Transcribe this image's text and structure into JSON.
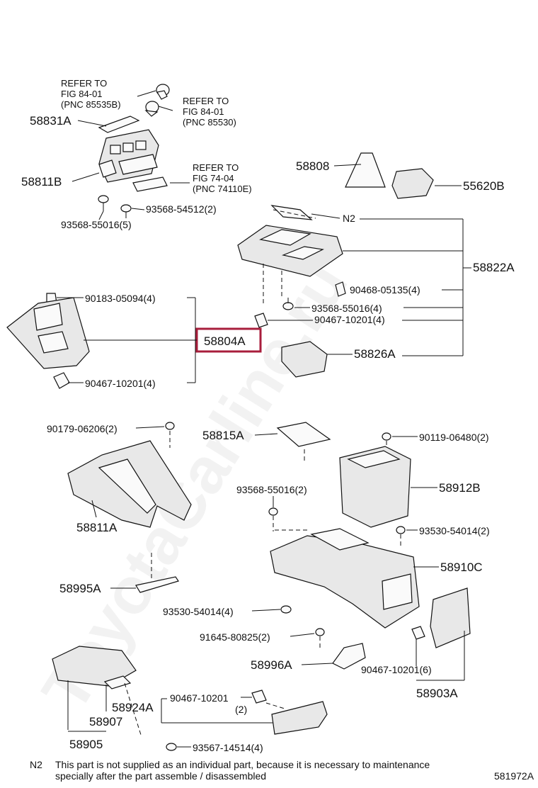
{
  "watermark": "ToyotaCarline.ru",
  "diagram_id": "581972A",
  "note": {
    "marker": "N2",
    "line1": "This part is not supplied as an individual part, because it is necessary to maintenance",
    "line2": "specially after the part assemble / disassembled"
  },
  "refs": [
    {
      "l1": "REFER TO",
      "l2": "FIG 84-01",
      "l3": "(PNC 85535B)"
    },
    {
      "l1": "REFER TO",
      "l2": "FIG 84-01",
      "l3": "(PNC 85530)"
    },
    {
      "l1": "REFER TO",
      "l2": "FIG 74-04",
      "l3": "(PNC 74110E)"
    }
  ],
  "parts": {
    "p58831A": "58831A",
    "p58811B": "58811B",
    "p93568_55016_5": "93568-55016(5)",
    "p93568_54512_2": "93568-54512(2)",
    "p58808": "58808",
    "p55620B": "55620B",
    "pN2": "N2",
    "p58822A": "58822A",
    "p90468_05135_4": "90468-05135(4)",
    "p93568_55016_4": "93568-55016(4)",
    "p90467_10201_4a": "90467-10201(4)",
    "p58826A": "58826A",
    "p90183_05094_4": "90183-05094(4)",
    "p58804A": "58804A",
    "p90467_10201_4b": "90467-10201(4)",
    "p90179_06206_2": "90179-06206(2)",
    "p58815A": "58815A",
    "p90119_06480_2": "90119-06480(2)",
    "p93568_55016_2": "93568-55016(2)",
    "p58912B": "58912B",
    "p58811A": "58811A",
    "p93530_54014_2": "93530-54014(2)",
    "p58910C": "58910C",
    "p58995A": "58995A",
    "p93530_54014_4": "93530-54014(4)",
    "p91645_80825_2": "91645-80825(2)",
    "p58996A": "58996A",
    "p90467_10201_6": "90467-10201(6)",
    "p58903A": "58903A",
    "p58924A": "58924A",
    "p90467_10201": "90467-10201",
    "p_qty2": "(2)",
    "p58907": "58907",
    "p58905": "58905",
    "p93567_14514_4": "93567-14514(4)"
  },
  "highlight_color": "#a81e3c"
}
